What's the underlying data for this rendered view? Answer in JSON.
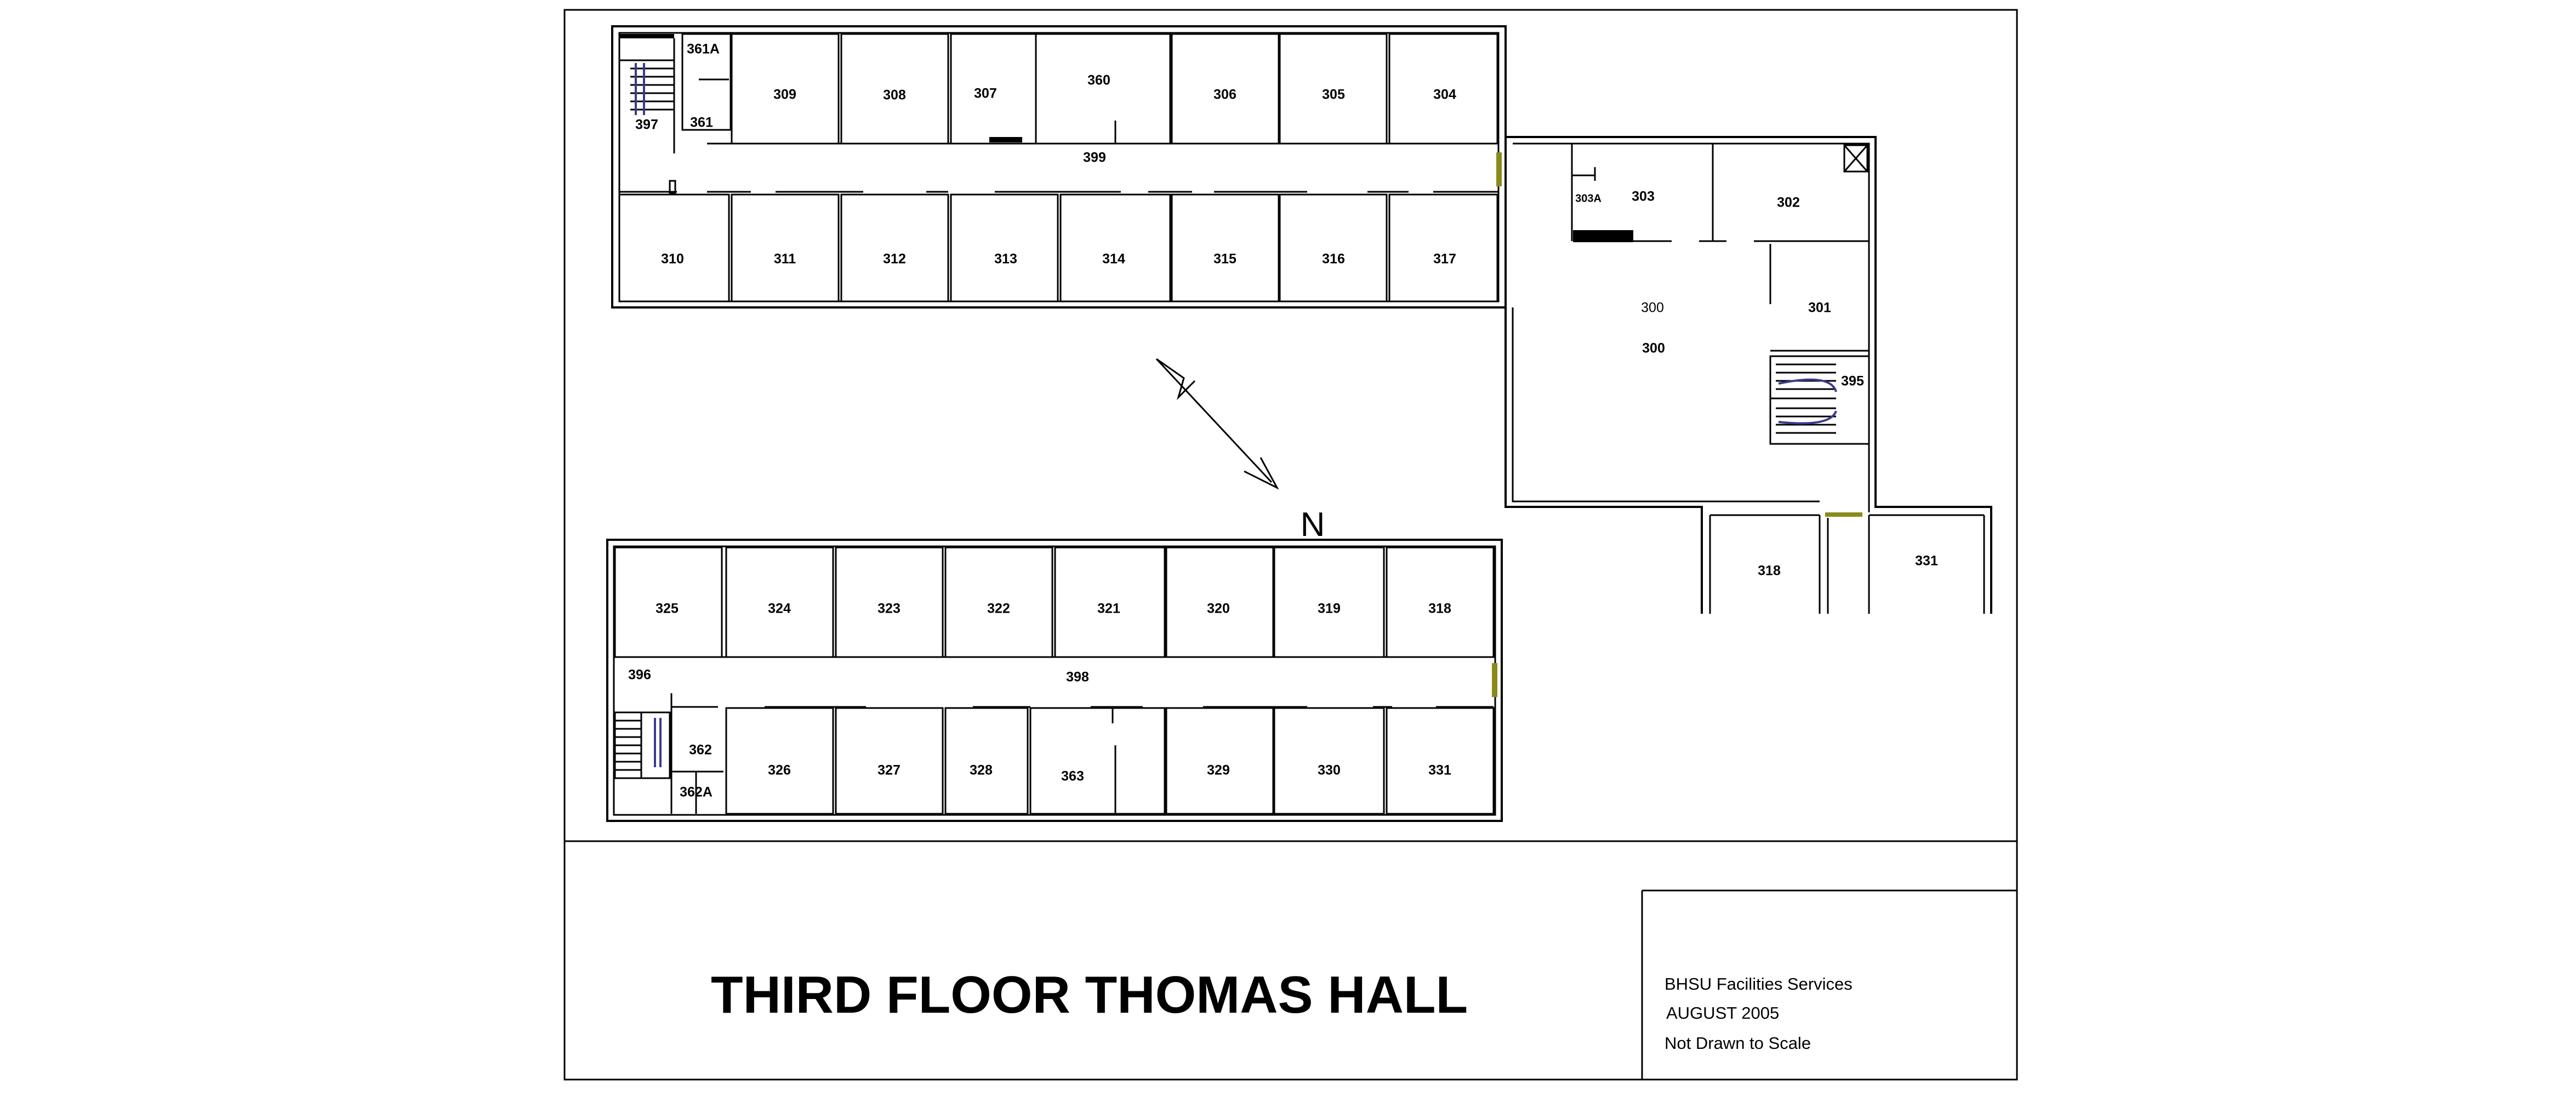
{
  "title": "THIRD FLOOR THOMAS HALL",
  "info": {
    "line1": "BHSU Facilities Services",
    "line2": "AUGUST  2005",
    "line3": "Not Drawn to Scale"
  },
  "north_label": "N",
  "rooms": {
    "r361A": "361A",
    "r309": "309",
    "r308": "308",
    "r307": "307",
    "r360": "360",
    "r306": "306",
    "r305": "305",
    "r304": "304",
    "r397": "397",
    "r361": "361",
    "r399": "399",
    "r310": "310",
    "r311": "311",
    "r312": "312",
    "r313": "313",
    "r314": "314",
    "r315": "315",
    "r316": "316",
    "r317": "317",
    "r303A": "303A",
    "r303": "303",
    "r302": "302",
    "r300a": "300",
    "r300b": "300",
    "r301": "301",
    "r395": "395",
    "r318e": "318",
    "r331e": "331",
    "r325": "325",
    "r324": "324",
    "r323": "323",
    "r322": "322",
    "r321": "321",
    "r320": "320",
    "r319": "319",
    "r318": "318",
    "r396": "396",
    "r398": "398",
    "r362": "362",
    "r362A": "362A",
    "r326": "326",
    "r327": "327",
    "r328": "328",
    "r363": "363",
    "r329": "329",
    "r330": "330",
    "r331": "331"
  },
  "colors": {
    "stair": "#3a3a8c",
    "door": "#8a8a1a",
    "wall": "#000000"
  }
}
